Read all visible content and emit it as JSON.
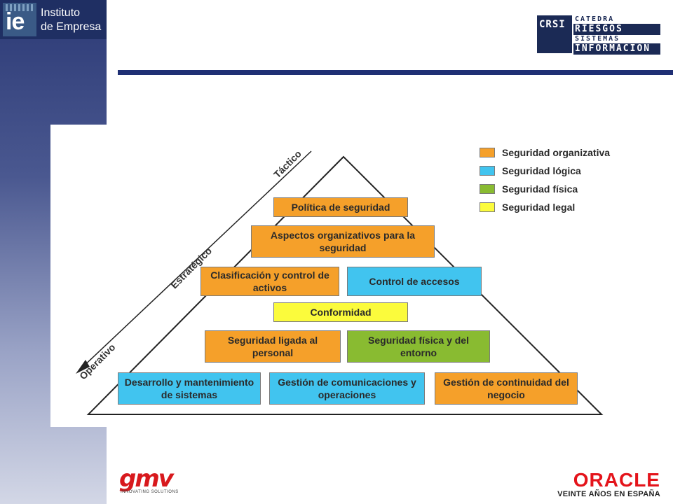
{
  "header": {
    "ie_logo": {
      "mark": "ie",
      "line1": "Instituto",
      "line2": "de Empresa"
    },
    "crsi_logo": {
      "mark": "CRSI",
      "line1": "CATEDRA",
      "line2": "RIESGOS",
      "line3": "SISTEMAS",
      "line4": "INFORMACION"
    }
  },
  "diagram": {
    "axis": {
      "top": "Táctico",
      "middle": "Estratégico",
      "bottom": "Operativo"
    },
    "legend": [
      {
        "label": "Seguridad organizativa",
        "color": "#f5a02a"
      },
      {
        "label": "Seguridad lógica",
        "color": "#41c4ef"
      },
      {
        "label": "Seguridad física",
        "color": "#89bb31"
      },
      {
        "label": "Seguridad legal",
        "color": "#fbfb3c"
      }
    ],
    "boxes": {
      "politica": "Política de seguridad",
      "aspectos": "Aspectos organizativos para la seguridad",
      "clasificacion": "Clasificación y control de activos",
      "control_accesos": "Control de accesos",
      "conformidad": "Conformidad",
      "personal": "Seguridad ligada al personal",
      "fisica_entorno": "Seguridad física y del entorno",
      "desarrollo": "Desarrollo y mantenimiento de sistemas",
      "comunicaciones": "Gestión de comunicaciones y operaciones",
      "continuidad": "Gestión de continuidad del negocio"
    }
  },
  "footer": {
    "gmv": {
      "name": "gmv",
      "tagline": "INNOVATING SOLUTIONS"
    },
    "oracle": {
      "name": "ORACLE",
      "subtitle": "VEINTE AÑOS EN ESPAÑA"
    }
  }
}
